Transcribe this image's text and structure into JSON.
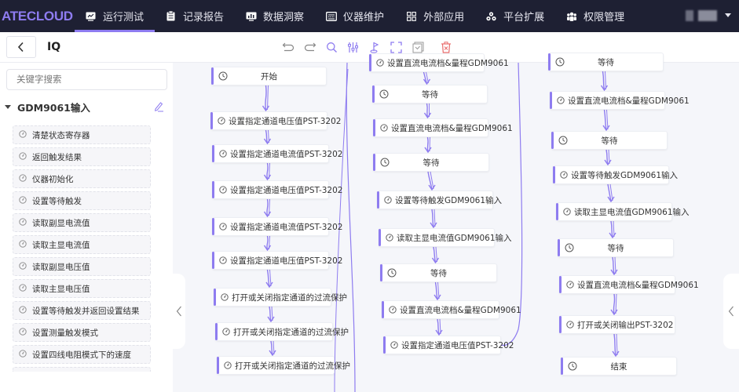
{
  "header": {
    "logo": "ATECLOUD",
    "nav": [
      {
        "label": "运行测试",
        "icon": "chart-line-icon",
        "active": true
      },
      {
        "label": "记录报告",
        "icon": "clipboard-icon",
        "active": false
      },
      {
        "label": "数据洞察",
        "icon": "monitor-chart-icon",
        "active": false
      },
      {
        "label": "仪器维护",
        "icon": "instrument-icon",
        "active": false
      },
      {
        "label": "外部应用",
        "icon": "grid-apps-icon",
        "active": false
      },
      {
        "label": "平台扩展",
        "icon": "extension-icon",
        "active": false
      },
      {
        "label": "权限管理",
        "icon": "users-icon",
        "active": false
      }
    ]
  },
  "toolbar": {
    "title": "IQ",
    "tools": [
      "undo-icon",
      "redo-icon",
      "search-icon",
      "settings-sliders-icon",
      "flag-icon",
      "fullscreen-icon",
      "save-icon",
      "delete-icon"
    ]
  },
  "sidebar": {
    "search_placeholder": "关键字搜索",
    "group_title": "GDM9061输入",
    "commands": [
      "清楚状态寄存器",
      "返回触发结果",
      "仪器初始化",
      "设置等待触发",
      "读取副显电流值",
      "读取主显电流值",
      "读取副显电压值",
      "读取主显电压值",
      "设置等待触发并返回设置结果",
      "设置测量触发模式",
      "设置四线电阻模式下的速度"
    ]
  },
  "flow": {
    "column1": [
      {
        "label": "开始",
        "type": "clock"
      },
      {
        "label": "设置指定通道电压值PST-3202",
        "type": "gauge"
      },
      {
        "label": "设置指定通道电流值PST-3202",
        "type": "gauge"
      },
      {
        "label": "设置指定通道电压值PST-3202",
        "type": "gauge"
      },
      {
        "label": "设置指定通道电流值PST-3202",
        "type": "gauge"
      },
      {
        "label": "设置指定通道电压值PST-3202",
        "type": "gauge"
      },
      {
        "label": "打开或关闭指定通道的过流保护",
        "type": "gauge"
      },
      {
        "label": "打开或关闭指定通道的过流保护",
        "type": "gauge"
      },
      {
        "label": "打开或关闭指定通道的过流保护",
        "type": "gauge"
      }
    ],
    "column2": [
      {
        "label": "设置直流电流档&量程GDM9061",
        "type": "gauge"
      },
      {
        "label": "等待",
        "type": "clock"
      },
      {
        "label": "设置直流电流档&量程GDM9061",
        "type": "gauge"
      },
      {
        "label": "等待",
        "type": "clock"
      },
      {
        "label": "设置等待触发GDM9061输入",
        "type": "gauge"
      },
      {
        "label": "读取主显电流值GDM9061输入",
        "type": "gauge"
      },
      {
        "label": "等待",
        "type": "clock"
      },
      {
        "label": "设置直流电流档&量程GDM9061",
        "type": "gauge"
      },
      {
        "label": "设置指定通道电压值PST-3202",
        "type": "gauge"
      }
    ],
    "column3": [
      {
        "label": "等待",
        "type": "clock"
      },
      {
        "label": "设置直流电流档&量程GDM9061",
        "type": "gauge"
      },
      {
        "label": "等待",
        "type": "clock"
      },
      {
        "label": "设置等待触发GDM9061输入",
        "type": "gauge"
      },
      {
        "label": "读取主显电流值GDM9061输入",
        "type": "gauge"
      },
      {
        "label": "等待",
        "type": "clock"
      },
      {
        "label": "设置直流电流档&量程GDM9061",
        "type": "gauge"
      },
      {
        "label": "打开或关闭输出PST-3202",
        "type": "gauge"
      },
      {
        "label": "结束",
        "type": "clock"
      }
    ]
  },
  "colors": {
    "accent": "#8e7cf0",
    "topbar_bg": "#1e2033",
    "canvas_bg": "#f5f6fa",
    "delete": "#e86a6a"
  }
}
